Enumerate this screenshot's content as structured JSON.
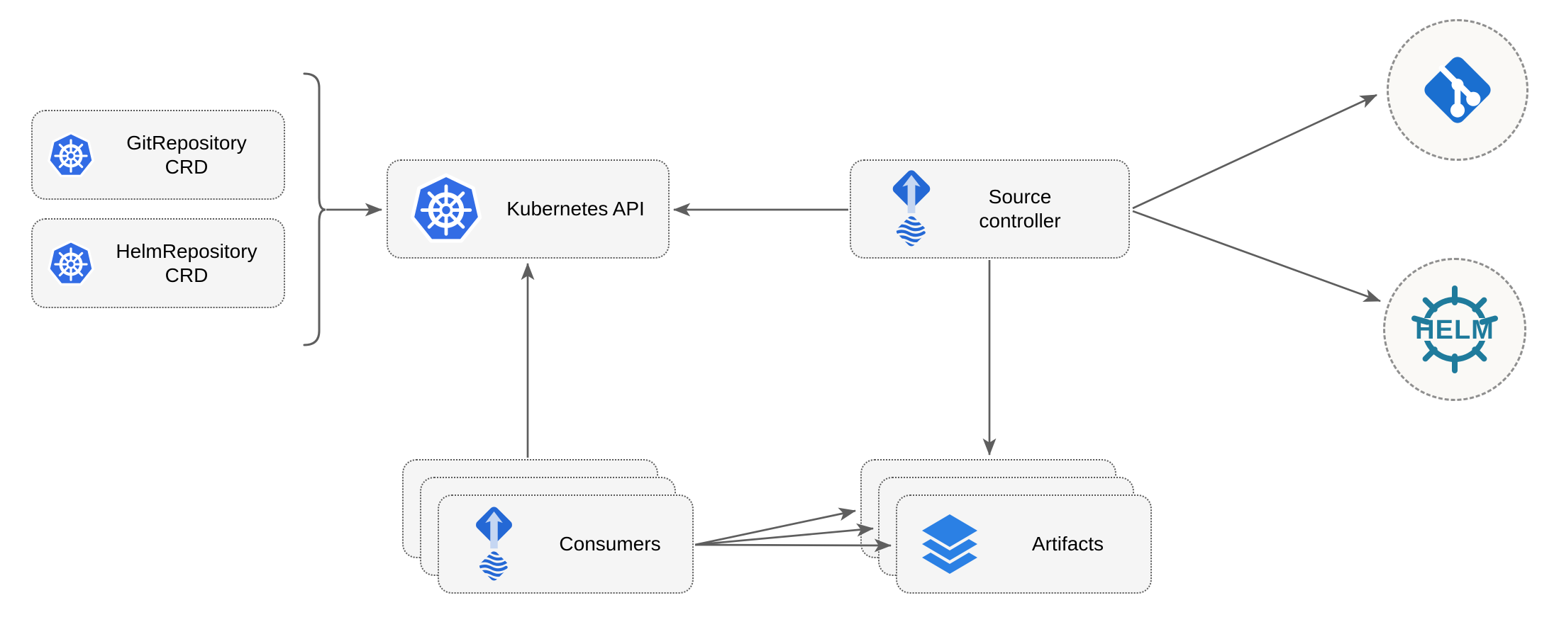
{
  "diagram": {
    "title_hint": "Flux source-controller architecture",
    "nodes": {
      "git_repository_crd": {
        "label": "GitRepository CRD",
        "icon": "kubernetes-icon"
      },
      "helm_repository_crd": {
        "label": "HelmRepository CRD",
        "icon": "kubernetes-icon"
      },
      "kubernetes_api": {
        "label": "Kubernetes API",
        "icon": "kubernetes-icon"
      },
      "source_controller": {
        "label": "Source controller",
        "icon": "flux-source-controller-icon"
      },
      "consumers": {
        "label": "Consumers",
        "icon": "flux-source-controller-icon",
        "stacked": 3
      },
      "artifacts": {
        "label": "Artifacts",
        "icon": "layers-icon",
        "stacked": 3
      },
      "git_endpoint": {
        "icon": "git-icon"
      },
      "helm_endpoint": {
        "icon": "helm-icon",
        "text": "HELM"
      }
    },
    "edges": [
      {
        "from": "crd-group-bracket",
        "to": "kubernetes_api",
        "arrow": "end"
      },
      {
        "from": "source_controller",
        "to": "kubernetes_api",
        "arrow": "end"
      },
      {
        "from": "consumers",
        "to": "kubernetes_api",
        "arrow": "end"
      },
      {
        "from": "source_controller",
        "to": "artifacts",
        "arrow": "end"
      },
      {
        "from": "source_controller",
        "to": "git_endpoint",
        "arrow": "end"
      },
      {
        "from": "source_controller",
        "to": "helm_endpoint",
        "arrow": "end"
      },
      {
        "from": "consumers",
        "to": "artifacts",
        "arrow": "end",
        "count": 3
      }
    ],
    "colors": {
      "kubernetes_blue": "#326CE5",
      "flux_blue": "#2468d5",
      "flux_arrow_light": "#c5d6f2",
      "git_blue": "#1a6fd0",
      "layers_blue": "#2b80e4",
      "helm_teal": "#1f7b9c",
      "node_fill": "#f5f5f5",
      "node_border": "#5b5b5b",
      "circle_fill": "#faf9f6",
      "circle_border": "#8f8f8f",
      "arrow": "#5e5e5e",
      "text": "#000000"
    }
  }
}
